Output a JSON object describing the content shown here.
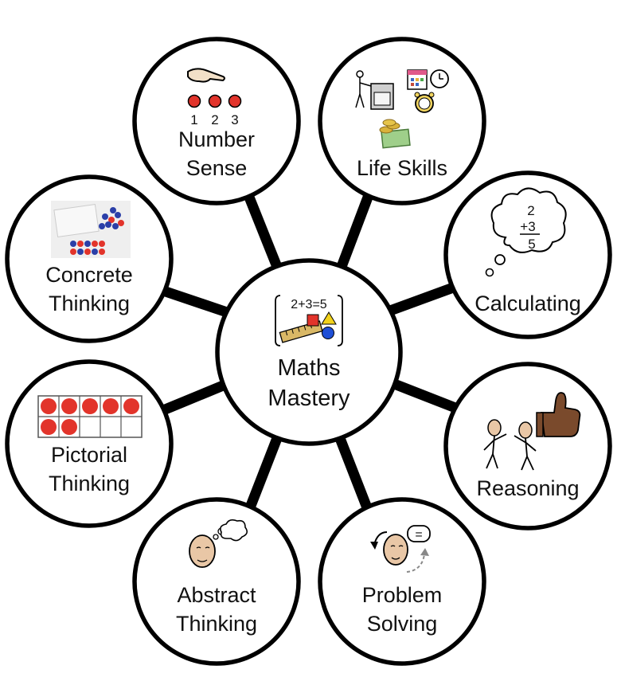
{
  "center": {
    "line1": "Maths",
    "line2": "Mastery",
    "icon_equation": "2+3=5",
    "icon": "maths-icon"
  },
  "nodes": [
    {
      "id": "number-sense",
      "line1": "Number",
      "line2": "Sense",
      "icon": "number-sense-icon",
      "digits": [
        "1",
        "2",
        "3"
      ]
    },
    {
      "id": "life-skills",
      "line1": "Life Skills",
      "line2": "",
      "icon": "life-skills-icon"
    },
    {
      "id": "calculating",
      "line1": "Calculating",
      "line2": "",
      "icon": "thought-sum-icon",
      "sum": [
        "2",
        "+3",
        "5"
      ]
    },
    {
      "id": "reasoning",
      "line1": "Reasoning",
      "line2": "",
      "icon": "reasoning-icon"
    },
    {
      "id": "problem-solving",
      "line1": "Problem",
      "line2": "Solving",
      "icon": "problem-solving-icon",
      "bubble": "="
    },
    {
      "id": "abstract-thinking",
      "line1": "Abstract",
      "line2": "Thinking",
      "icon": "thinking-head-icon"
    },
    {
      "id": "pictorial-thinking",
      "line1": "Pictorial",
      "line2": "Thinking",
      "icon": "ten-frame-icon"
    },
    {
      "id": "concrete-thinking",
      "line1": "Concrete",
      "line2": "Thinking",
      "icon": "counters-icon"
    }
  ],
  "colors": {
    "counter_red": "#e2342b",
    "counter_blue": "#2b3fa8",
    "ruler": "#d9b866",
    "triangle": "#f2d21b",
    "circle_blue": "#1f4fd6",
    "skin": "#e9c7a6",
    "thumb_brown": "#7a4a2c",
    "money_green": "#9fcf8a",
    "coin_gold": "#d9b23a"
  }
}
